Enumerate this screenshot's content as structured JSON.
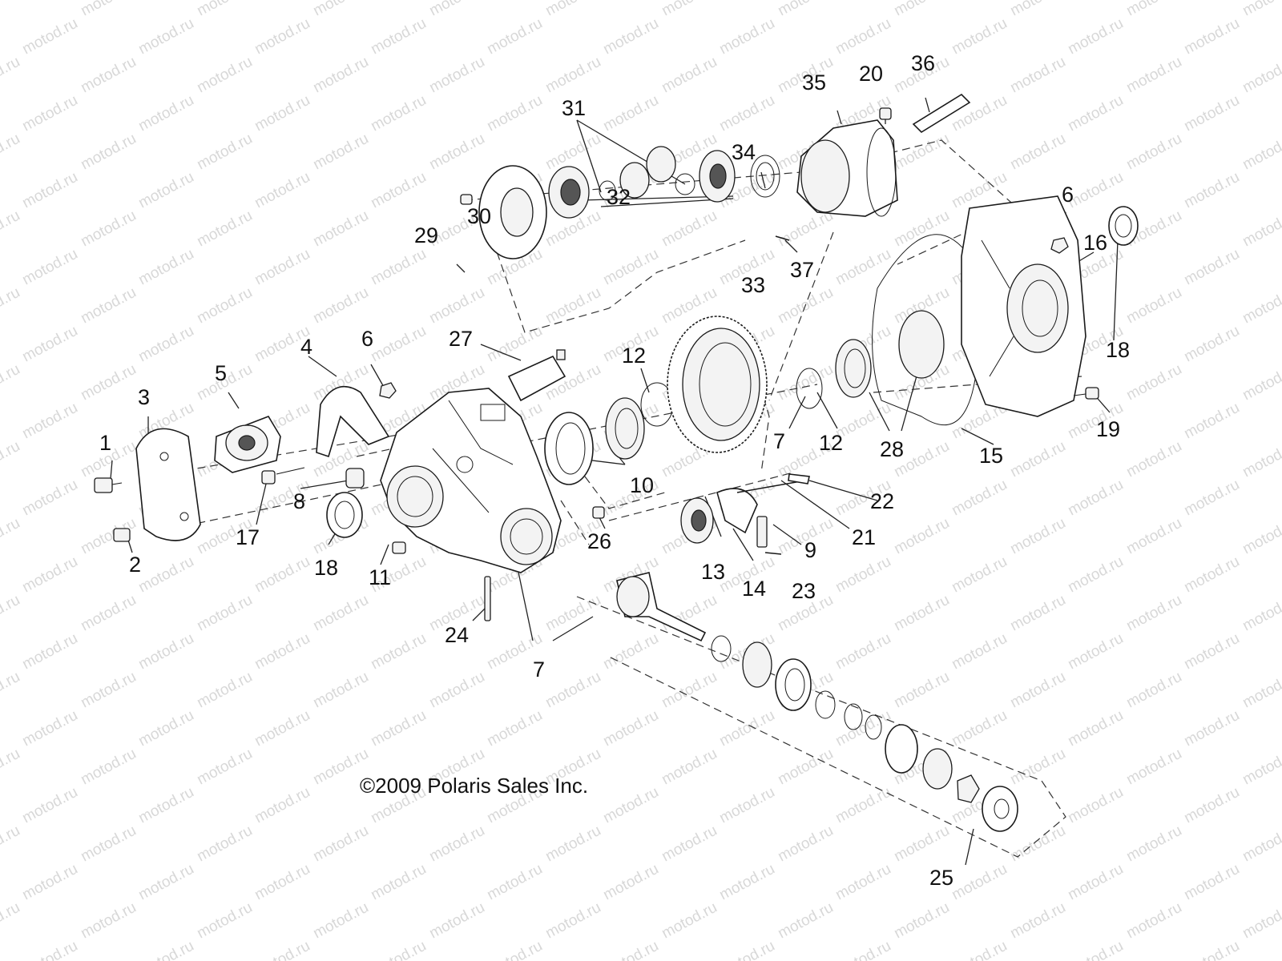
{
  "watermark": "motod.ru",
  "copyright": "©2009 Polaris Sales Inc.",
  "callouts": [
    {
      "id": "1",
      "label": "1"
    },
    {
      "id": "2",
      "label": "2"
    },
    {
      "id": "3",
      "label": "3"
    },
    {
      "id": "4",
      "label": "4"
    },
    {
      "id": "5",
      "label": "5"
    },
    {
      "id": "6a",
      "label": "6"
    },
    {
      "id": "6b",
      "label": "6"
    },
    {
      "id": "7a",
      "label": "7"
    },
    {
      "id": "7b",
      "label": "7"
    },
    {
      "id": "8",
      "label": "8"
    },
    {
      "id": "9",
      "label": "9"
    },
    {
      "id": "10",
      "label": "10"
    },
    {
      "id": "11",
      "label": "11"
    },
    {
      "id": "12a",
      "label": "12"
    },
    {
      "id": "12b",
      "label": "12"
    },
    {
      "id": "13",
      "label": "13"
    },
    {
      "id": "14",
      "label": "14"
    },
    {
      "id": "15",
      "label": "15"
    },
    {
      "id": "16",
      "label": "16"
    },
    {
      "id": "17",
      "label": "17"
    },
    {
      "id": "18a",
      "label": "18"
    },
    {
      "id": "18b",
      "label": "18"
    },
    {
      "id": "19",
      "label": "19"
    },
    {
      "id": "20",
      "label": "20"
    },
    {
      "id": "21",
      "label": "21"
    },
    {
      "id": "22",
      "label": "22"
    },
    {
      "id": "23",
      "label": "23"
    },
    {
      "id": "24",
      "label": "24"
    },
    {
      "id": "25",
      "label": "25"
    },
    {
      "id": "26",
      "label": "26"
    },
    {
      "id": "27",
      "label": "27"
    },
    {
      "id": "28",
      "label": "28"
    },
    {
      "id": "29",
      "label": "29"
    },
    {
      "id": "30",
      "label": "30"
    },
    {
      "id": "31",
      "label": "31"
    },
    {
      "id": "32",
      "label": "32"
    },
    {
      "id": "33",
      "label": "33"
    },
    {
      "id": "34",
      "label": "34"
    },
    {
      "id": "35",
      "label": "35"
    },
    {
      "id": "36",
      "label": "36"
    },
    {
      "id": "37",
      "label": "37"
    }
  ]
}
